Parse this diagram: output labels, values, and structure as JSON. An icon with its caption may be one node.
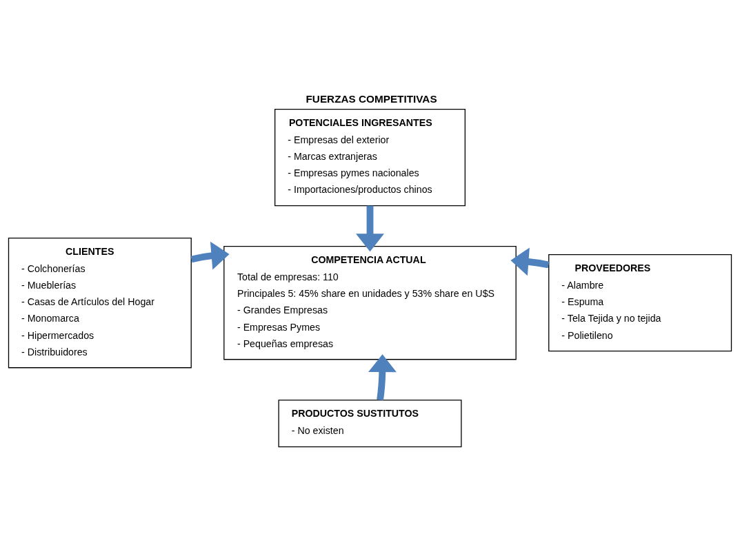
{
  "diagram": {
    "title": "FUERZAS COMPETITIVAS",
    "nodes": [
      {
        "text": [
          "POTENCIALES INGRESANTES",
          "- Empresas del exterior",
          "- Marcas extranjeras",
          "- Empresas pymes nacionales",
          "- Importaciones/productos chinos"
        ]
      },
      {
        "text": [
          "CLIENTES",
          "- Colchonerías",
          "- Mueblerías",
          "- Casas de Artículos del Hogar",
          "- Monomarca",
          "- Hipermercados",
          "- Distribuidores"
        ]
      },
      {
        "text": [
          "COMPETENCIA ACTUAL",
          "Total de empresas: 110",
          "Principales 5: 45% share en unidades y 53% share en U$S",
          "- Grandes Empresas",
          "- Empresas Pymes",
          "- Pequeñas empresas"
        ]
      },
      {
        "text": [
          "PROVEEDORES",
          "- Alambre",
          "- Espuma",
          "- Tela Tejida y no tejida",
          "- Polietileno"
        ]
      },
      {
        "text": [
          "PRODUCTOS SUSTITUTOS",
          "- No existen"
        ]
      }
    ],
    "edges": [
      {
        "from": 0,
        "to": 2,
        "arrow": "to"
      },
      {
        "from": 1,
        "to": 2,
        "arrow": "to"
      },
      {
        "from": 3,
        "to": 2,
        "arrow": "to"
      },
      {
        "from": 4,
        "to": 2,
        "arrow": "to"
      }
    ]
  }
}
